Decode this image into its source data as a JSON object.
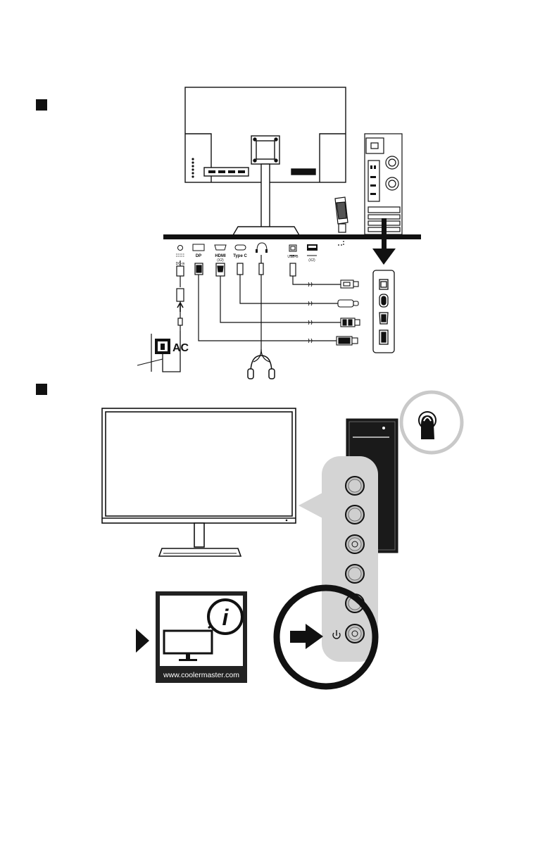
{
  "steps": {
    "step1_marker": "",
    "step2_marker": ""
  },
  "ports": {
    "dc_in_symbol": "DC-in",
    "dp": "DP",
    "hdmi": "HDMI",
    "hdmi_count": "(X2)",
    "typec": "Type C",
    "usb_upstream_symbol": "USB-B",
    "usb_downstream_count": "(X2)"
  },
  "power": {
    "ac_label": "AC"
  },
  "info_card": {
    "icon_letter": "i",
    "url": "www.coolermaster.com"
  },
  "icons": [
    "monitor-back-icon",
    "pc-tower-icon",
    "usb-dongle-icon",
    "headphones-icon",
    "power-outlet-icon",
    "power-button-icon",
    "info-icon",
    "arrow-right-icon"
  ],
  "colors": {
    "ink": "#111111",
    "highlight_grey": "#c9c9c9",
    "panel_grey": "#d4d4d4",
    "dark_tower": "#1a1a1a"
  }
}
